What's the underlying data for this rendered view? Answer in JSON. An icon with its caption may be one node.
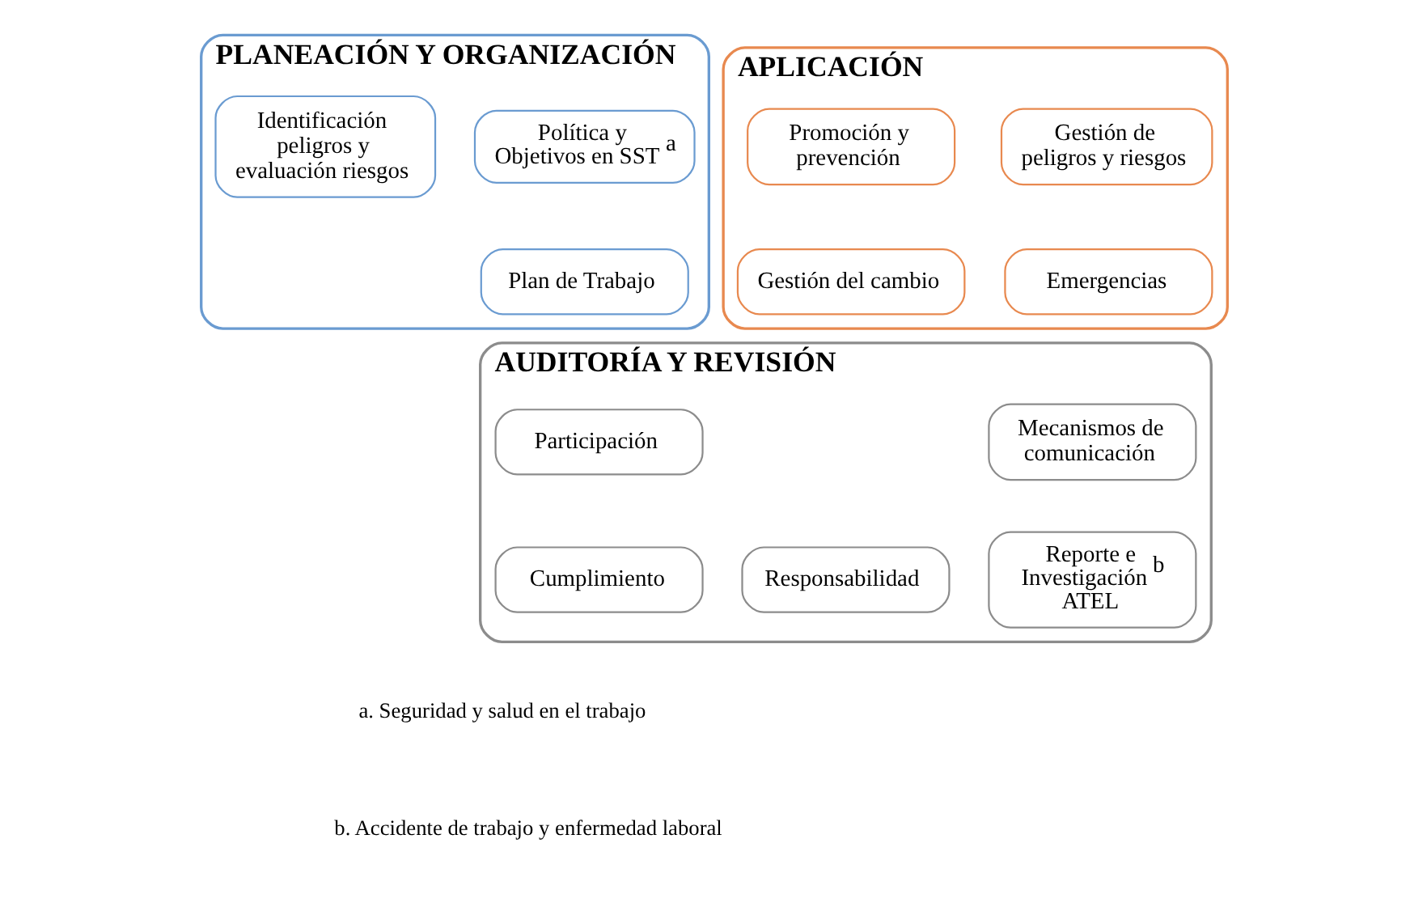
{
  "diagram": {
    "nodes": [
      {
        "text": [
          "PLANEACIÓN Y ORGANIZACIÓN"
        ]
      },
      {
        "text": [
          "Política y Objetivos en SST$^{a}$"
        ],
        "in": 0
      },
      {
        "text": [
          "Identificación peligros y evaluación riesgos"
        ],
        "in": 0
      },
      {
        "text": [
          "Plan de Trabajo"
        ],
        "in": 0
      },
      {
        "text": [
          "APLICACIÓN"
        ]
      },
      {
        "text": [
          "Gestión de peligros y riesgos"
        ],
        "in": 4
      },
      {
        "text": [
          "Promoción y prevención"
        ],
        "in": 4
      },
      {
        "text": [
          "Emergencias"
        ],
        "in": 4
      },
      {
        "text": [
          "Gestión del cambio"
        ],
        "in": 4
      },
      {
        "text": [
          "AUDITORÍA Y REVISIÓN"
        ]
      },
      {
        "text": [
          "Participación"
        ],
        "in": 9
      },
      {
        "text": [
          "Mecanismos de comunicación"
        ],
        "in": 9
      },
      {
        "text": [
          "Cumplimiento"
        ],
        "in": 9
      },
      {
        "text": [
          "Responsabilidad"
        ],
        "in": 9
      },
      {
        "text": [
          "Reporte e Investigación$^{b}$ ATEL"
        ],
        "in": 9
      }
    ],
    "edges": [],
    "labels": [
      "a. Seguridad y salud en el trabajo",
      "b. Accidente de trabajo y enfermedad laboral"
    ]
  }
}
